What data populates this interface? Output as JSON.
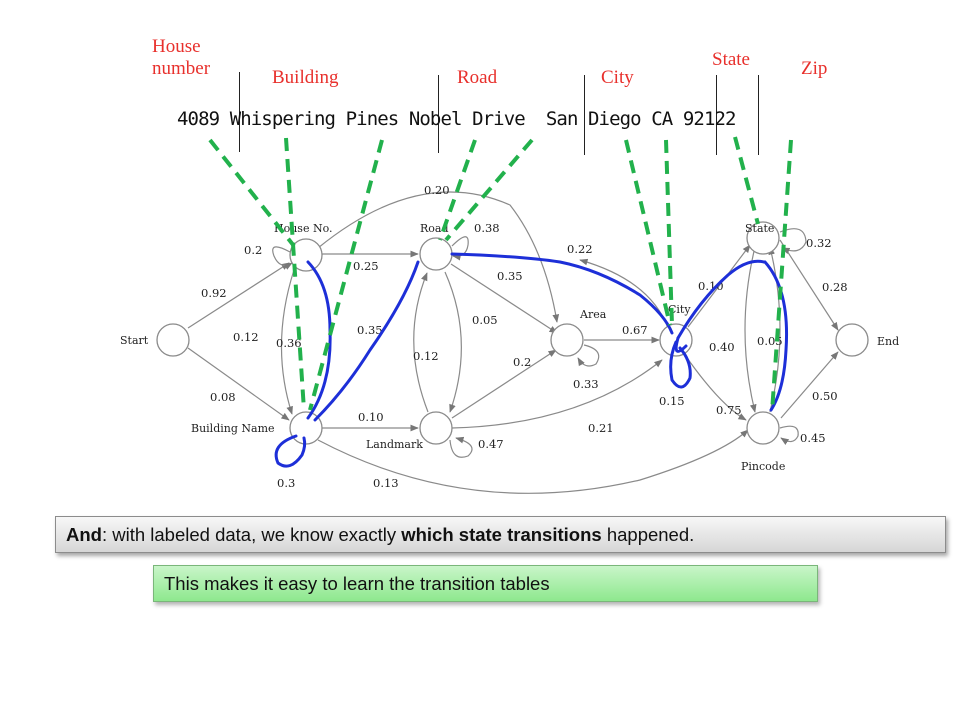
{
  "field_labels": {
    "house_number_line1": "House",
    "house_number_line2": "number",
    "building": "Building",
    "road": "Road",
    "city": "City",
    "state": "State",
    "zip": "Zip"
  },
  "address": "4089 Whispering Pines Nobel Drive  San Diego CA 92122",
  "nodes": {
    "start": "Start",
    "house_no": "House No.",
    "road": "Road",
    "state": "State",
    "end": "End",
    "area": "Area",
    "city": "City",
    "building_name": "Building Name",
    "landmark": "Landmark",
    "pincode": "Pincode"
  },
  "edge_labels": {
    "house_self": "0.2",
    "start_house": "0.92",
    "house_road": "0.25",
    "start_building": "0.12",
    "start_end_small": "0.08",
    "house_building": "0.36",
    "building_road": "0.35",
    "road_top": "0.20",
    "road_self": "0.38",
    "road_city": "0.22",
    "road_area": "0.35",
    "road_landmark": "0.05",
    "landmark_road": "0.12",
    "landmark_area": "0.2",
    "building_landmark": "0.10",
    "building_self": "0.3",
    "building_pincode": "0.13",
    "landmark_self": "0.47",
    "landmark_city": "0.21",
    "area_city": "0.67",
    "area_self": "0.33",
    "city_self": "0.15",
    "city_state": "0.10",
    "state_self": "0.32",
    "state_end": "0.28",
    "city_pincode_upper": "0.40",
    "state_pincode": "0.05",
    "city_pincode": "0.75",
    "pincode_end": "0.50",
    "pincode_self": "0.45"
  },
  "callouts": {
    "box1_bold_prefix": "And",
    "box1_text_a": ": with labeled data, we know exactly ",
    "box1_bold_mid": "which state transitions",
    "box1_text_b": " happened.",
    "box2_text": "This makes it easy to learn the transition tables"
  },
  "colors": {
    "label_red": "#e8302c",
    "dashed_green": "#22b14c",
    "path_blue": "#1d2fd8"
  }
}
